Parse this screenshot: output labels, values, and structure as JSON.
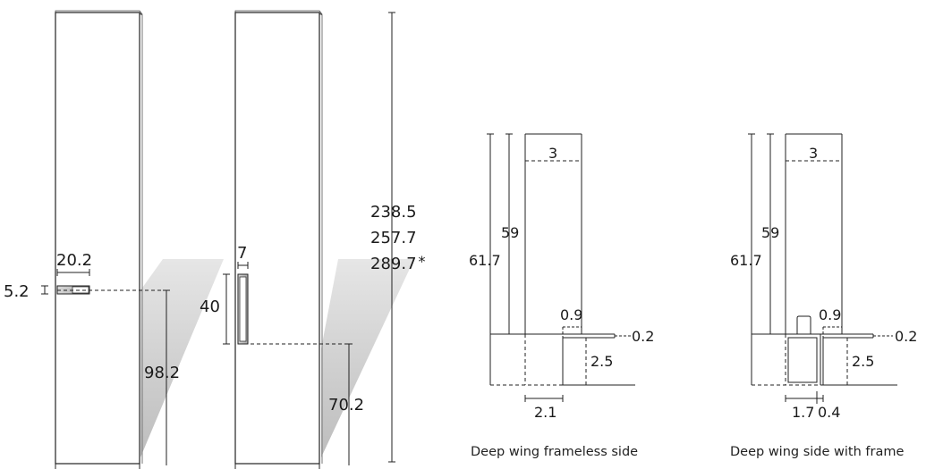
{
  "panel_left": {
    "handle_width": "20.2",
    "handle_height": "5.2",
    "handle_from_bottom": "98.2"
  },
  "panel_right": {
    "handle_width": "7",
    "handle_height": "40",
    "handle_from_bottom": "70.2"
  },
  "panel_heights": [
    "238.5",
    "257.7",
    "289.7"
  ],
  "panel_heights_note": "*",
  "section_frameless": {
    "width": "3",
    "inner_height": "59",
    "total_height": "61.7",
    "lip": "0.9",
    "thickness": "0.2",
    "step": "2.5",
    "offset": "2.1",
    "caption": "Deep wing frameless side"
  },
  "section_frame": {
    "width": "3",
    "inner_height": "59",
    "total_height": "61.7",
    "lip": "0.9",
    "thickness": "0.2",
    "step": "2.5",
    "offset_a": "1.7",
    "offset_b": "0.4",
    "caption": "Deep wing side with frame"
  }
}
